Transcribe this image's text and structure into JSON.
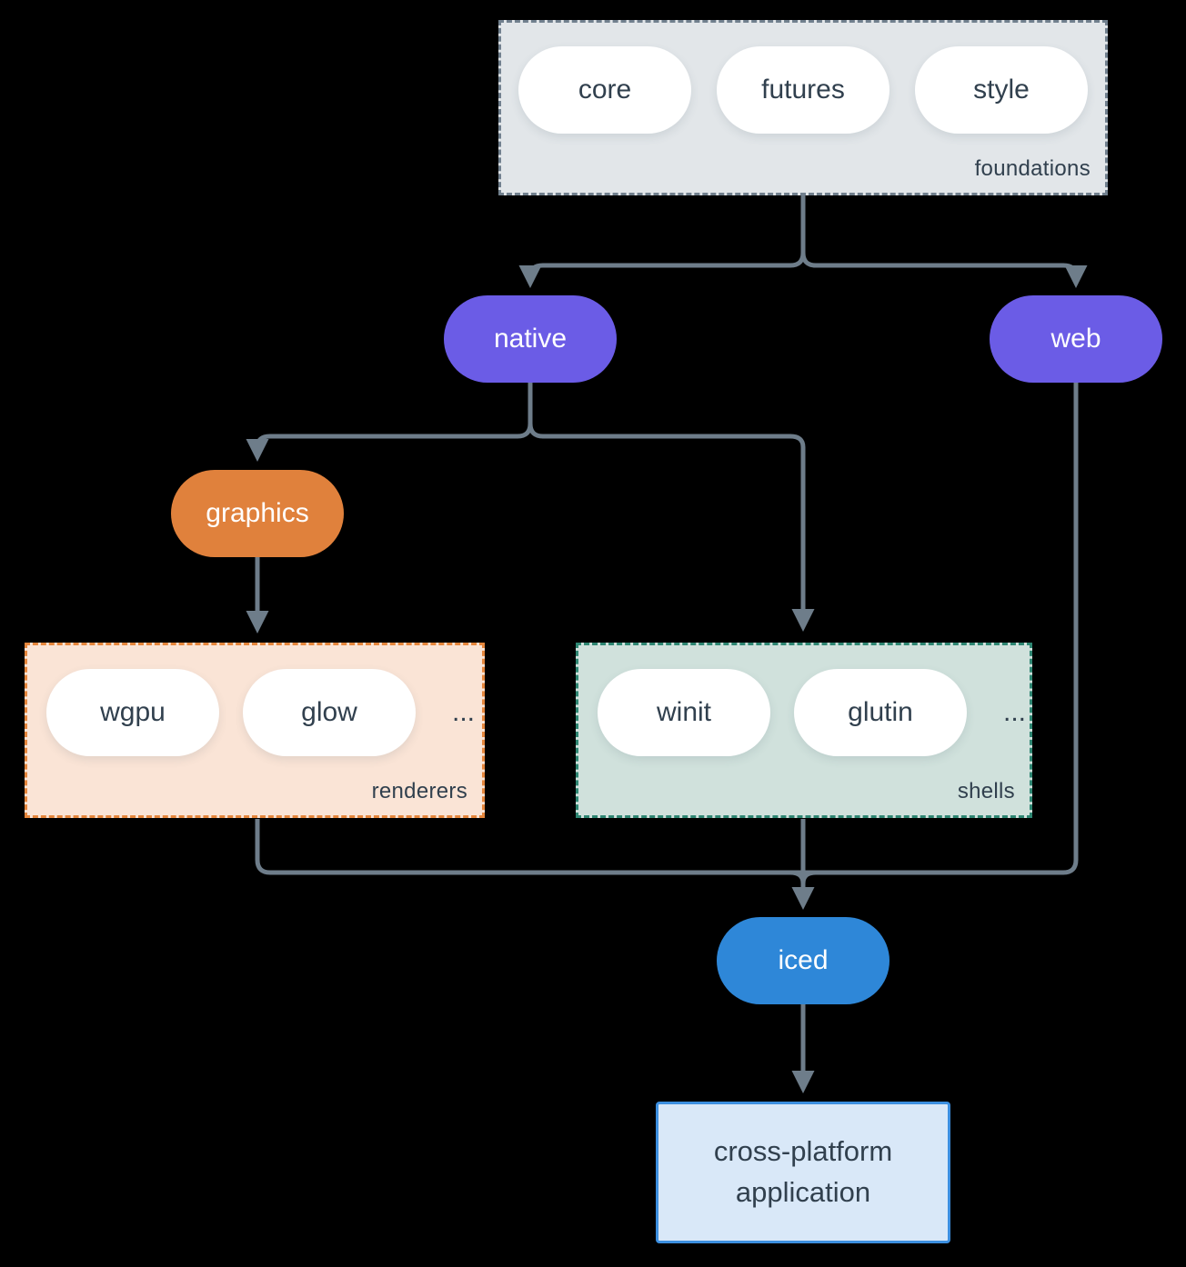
{
  "colors": {
    "background": "#000000",
    "arrow": "#6e7d8a",
    "text-dark": "#31404e",
    "purple": "#6b5ce6",
    "orange": "#e0813c",
    "blue": "#2e87d8",
    "foundations-bg": "#e2e6e9",
    "foundations-border": "#71808e",
    "renderers-bg": "#fae4d6",
    "renderers-border": "#e5863c",
    "shells-bg": "#d0e1dc",
    "shells-border": "#2e8672",
    "app-bg": "#d9e8f8",
    "app-border": "#3c8fe0"
  },
  "groups": {
    "foundations": {
      "label": "foundations",
      "items": [
        "core",
        "futures",
        "style"
      ]
    },
    "renderers": {
      "label": "renderers",
      "items": [
        "wgpu",
        "glow"
      ],
      "ellipsis": "..."
    },
    "shells": {
      "label": "shells",
      "items": [
        "winit",
        "glutin"
      ],
      "ellipsis": "..."
    }
  },
  "nodes": {
    "native": "native",
    "web": "web",
    "graphics": "graphics",
    "iced": "iced",
    "application": "cross-platform application"
  }
}
